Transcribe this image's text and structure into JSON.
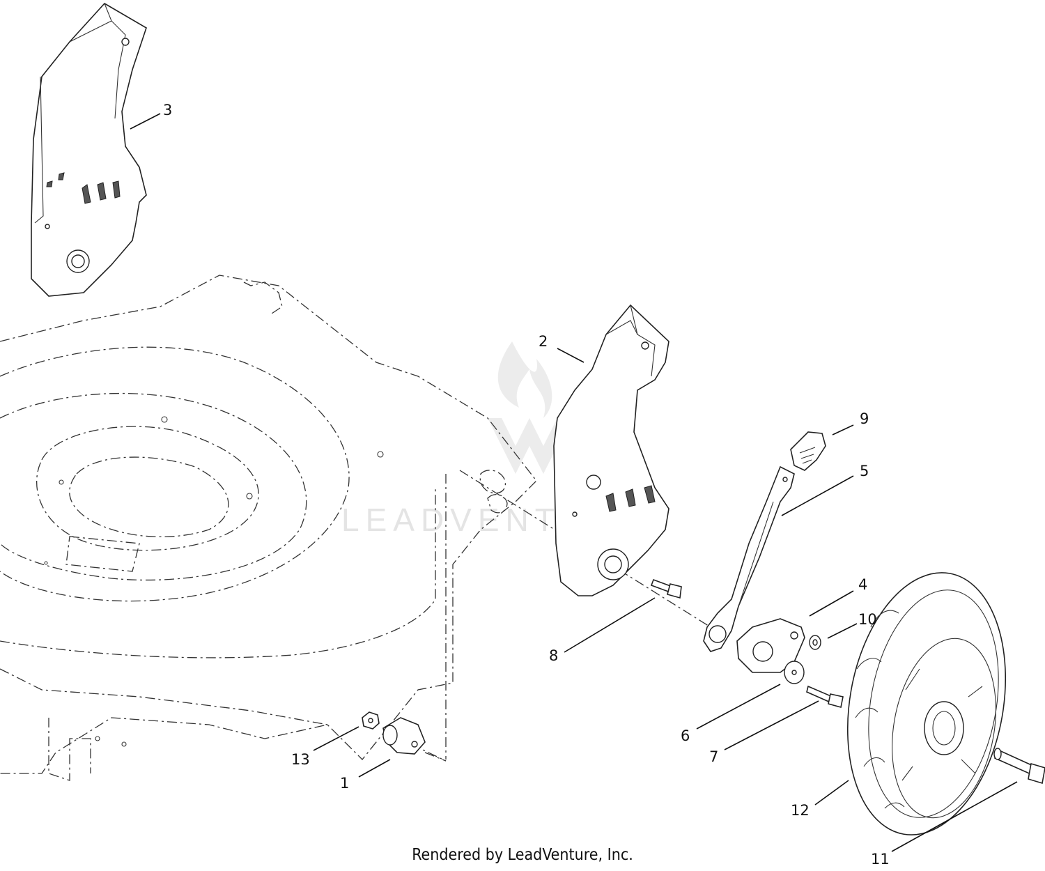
{
  "footer": {
    "credit": "Rendered by LeadVenture, Inc."
  },
  "watermark": {
    "text": "LEADVENTURE"
  },
  "callouts": [
    {
      "id": "1",
      "label": "1"
    },
    {
      "id": "2",
      "label": "2"
    },
    {
      "id": "3",
      "label": "3"
    },
    {
      "id": "4",
      "label": "4"
    },
    {
      "id": "5",
      "label": "5"
    },
    {
      "id": "6",
      "label": "6"
    },
    {
      "id": "7",
      "label": "7"
    },
    {
      "id": "8",
      "label": "8"
    },
    {
      "id": "9",
      "label": "9"
    },
    {
      "id": "10",
      "label": "10"
    },
    {
      "id": "11",
      "label": "11"
    },
    {
      "id": "12",
      "label": "12"
    },
    {
      "id": "13",
      "label": "13"
    }
  ]
}
